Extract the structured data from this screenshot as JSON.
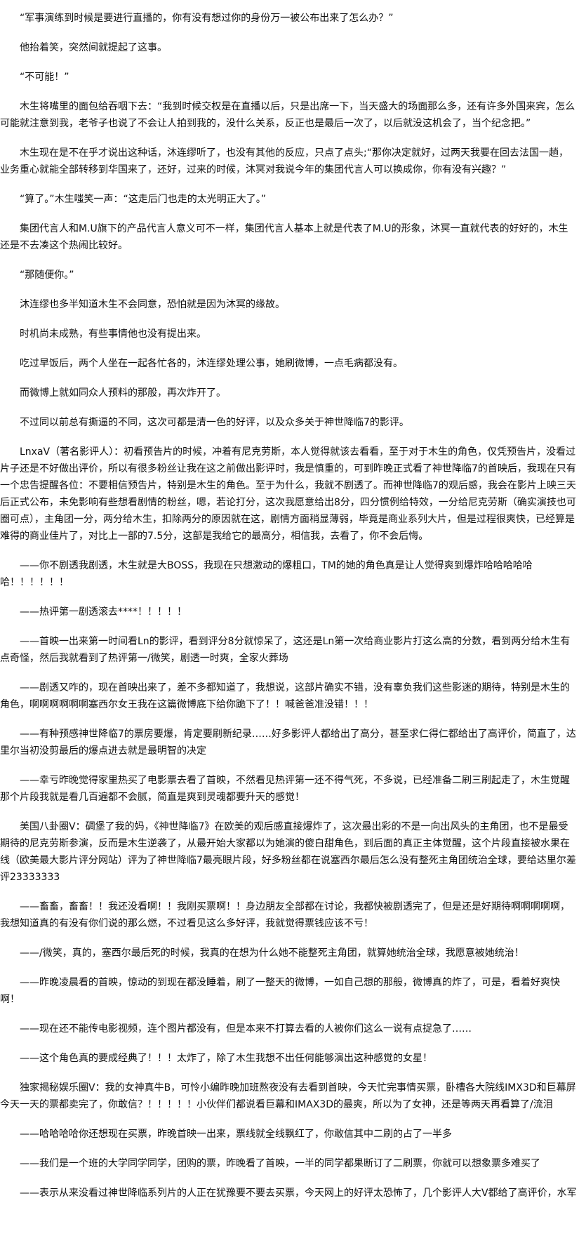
{
  "paragraphs": [
    "“军事演练到时候是要进行直播的，你有没有想过你的身份万一被公布出来了怎么办？”",
    "他抬着笑，突然间就提起了这事。",
    "“不可能！”",
    "木生将嘴里的面包给吞咽下去：“我到时候交权是在直播以后，只是出席一下，当天盛大的场面那么多，还有许多外国来宾，怎么可能就注意到我，老爷子也说了不会让人拍到我的，没什么关系，反正也是最后一次了，以后就没这机会了，当个纪念把。”",
    "木生现在是不在乎才说出这种话，沐连缪听了，也没有其他的反应，只点了点头;“那你决定就好，过两天我要在回去法国一趟，业务重心就能全部转移到华国来了，还好，过来的时候，沐冥对我说今年的集团代言人可以换成你，你有没有兴趣？”",
    "“算了。”木生嗤笑一声：“这走后门也走的太光明正大了。”",
    "集团代言人和M.U旗下的产品代言人意义可不一样，集团代言人基本上就是代表了M.U的形象，沐冥一直就代表的好好的，木生还是不去凑这个热闹比较好。",
    "“那随便你。”",
    "沐连缪也多半知道木生不会同意，恐怕就是因为沐冥的缘故。",
    "时机尚未成熟，有些事情他也没有提出来。",
    "吃过早饭后，两个人坐在一起各忙各的，沐连缪处理公事，她刷微博，一点毛病都没有。",
    "而微博上就如同众人预料的那般，再次炸开了。",
    "不过同以前总有撕逼的不同，这次可都是清一色的好评，以及众多关于神世降临7的影评。",
    "LnxaV（著名影评人）：初看预告片的时候，冲着有尼克劳斯，本人觉得就该去看看，至于对于木生的角色，仅凭预告片，没看过片子还是不好做出评价，所以有很多粉丝让我在这之前做出影评时，我是慎重的，可到昨晚正式看了神世降临7的首映后，我现在只有一个忠告提醒各位：不要相信预告片，特别是木生的角色。至于为什么，我就不剧透了。而神世降临7的观后感，我会在影片上映三天后正式公布，未免影响有些想看剧情的粉丝，嗯，若论打分，这次我愿意给出8分，四分惯例给特效，一分给尼克劳斯（确实演技也可圈可点），主角团一分，两分给木生，扣除两分的原因就在这，剧情方面稍显薄弱，毕竟是商业系列大片，但是过程很爽快，已经算是难得的商业佳片了，对比上一部的7.5分，这部是我给它的最高分，相信我，去看了，你不会后悔。",
    "——你不剧透我剧透，木生就是大BOSS，我现在只想激动的爆粗口，TM的她的角色真是让人觉得爽到爆炸哈哈哈哈哈哈！！！！！！",
    "——热评第一剧透滚去****！！！！！",
    "——首映一出来第一时间看Ln的影评，看到评分8分就惊呆了，这还是Ln第一次给商业影片打这么高的分数，看到两分给木生有点奇怪，然后我就看到了热评第一/微笑，剧透一时爽，全家火葬场",
    "——剧透又咋的，现在首映出来了，差不多都知道了，我想说，这部片确实不错，没有辜负我们这些影迷的期待，特别是木生的角色，啊啊啊啊啊啊塞西尔女王我在这篇微博底下给你跪下了！！喊爸爸准没错！！！",
    "——有种预感神世降临7的票房要爆，肯定要刷新纪录……好多影评人都给出了高分，甚至求仁得仁都给出了高评价，简直了，达里尔当初没剪最后的爆点进去就是最明智的决定",
    "——幸亏昨晚觉得家里热买了电影票去看了首映，不然看见热评第一还不得气死，不多说，已经准备二刷三刷起走了，木生觉醒那个片段我就是看几百遍都不会腻，简直是爽到灵魂都要升天的感觉！",
    "美国八卦圈V：碉堡了我的妈，《神世降临7》在欧美的观后感直接爆炸了，这次最出彩的不是一向出风头的主角团，也不是最受期待的尼克劳斯参演，反而是木生逆袭了，从最开始大家都以为她演的傻白甜角色，到后面的真正主体觉醒，这个片段直接被水果在线（欧美最大影片评分网站）评为了神世降临7最亮眼片段，好多粉丝都在说塞西尔最后怎么没有整死主角团统治全球，要给达里尔差评23333333",
    "——畜畜，畜畜！！我还没看啊！！我刚买票啊！！身边朋友全部都在讨论，我都快被剧透完了，但是还是好期待啊啊啊啊啊，我想知道真的有没有你们说的那么燃，不过看见这么多好评，我就觉得票钱应该不亏！",
    "——/微笑，真的，塞西尔最后死的时候，我真的在想为什么她不能整死主角团，就算她统治全球，我愿意被她统治！",
    "——昨晚凌晨看的首映，惊动的到现在都没睡着，刷了一整天的微博，一如自己想的那般，微博真的炸了，可是，看着好爽快啊！",
    "——现在还不能传电影视频，连个图片都没有，但是本来不打算去看的人被你们这么一说有点捉急了……",
    "——这个角色真的要成经典了！！！太炸了，除了木生我想不出任何能够演出这种感觉的女星！",
    "独家揭秘娱乐圈V：我的女神真牛B，可怜小编昨晚加班熬夜没有去看到首映，今天忙完事情买票，卧槽各大院线IMX3D和巨幕屏今天一天的票都卖完了，你敢信？！！！！！小伙伴们都说看巨幕和IMAX3D的最爽，所以为了女神，还是等两天再看算了/流泪",
    "——哈哈哈哈你还想现在买票，昨晚首映一出来，票线就全线飘红了，你敢信其中二刷的占了一半多",
    "——我们是一个班的大学同学同学，团购的票，昨晚看了首映，一半的同学都果断订了二刷票，你就可以想象票多难买了",
    "——表示从来没看过神世降临系列片的人正在犹豫要不要去买票，今天网上的好评太恐怖了，几个影评人大V都给了高评价，水军"
  ]
}
